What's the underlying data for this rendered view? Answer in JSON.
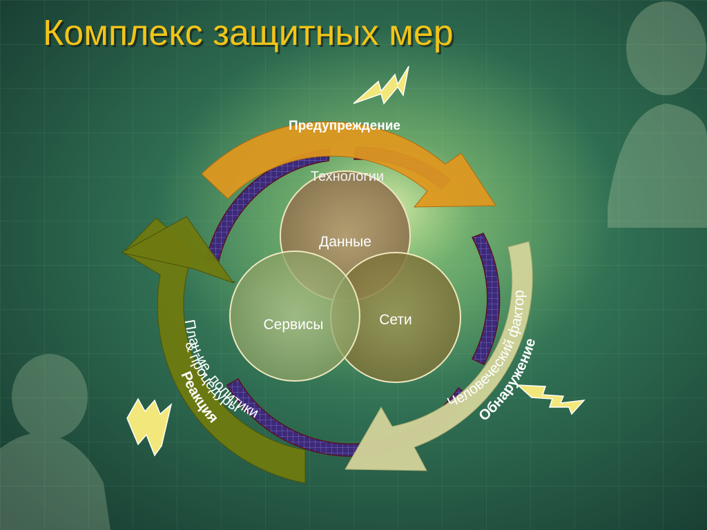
{
  "slide": {
    "title": "Комплекс защитных мер"
  },
  "diagram": {
    "cycle": {
      "prevention": "Предупреждение",
      "detection": "Обнаружение",
      "reaction": "Реакция"
    },
    "ring": {
      "technologies": "Технологии",
      "human_factor": "Человеческий фактор",
      "plans_line1": "План-ие, политики",
      "plans_line2": "& процедуры"
    },
    "circles": {
      "data": "Данные",
      "networks": "Сети",
      "services": "Сервисы"
    }
  },
  "colors": {
    "title": "#f2c418",
    "prevention_arrow": "#e0981e",
    "detection_arrow": "#d3d49a",
    "reaction_arrow": "#6f7a10",
    "ring": "#3c2a78",
    "lightning": "#f2e77a"
  },
  "icons": [
    "lightning-icon",
    "lightning-icon",
    "lightning-icon"
  ]
}
